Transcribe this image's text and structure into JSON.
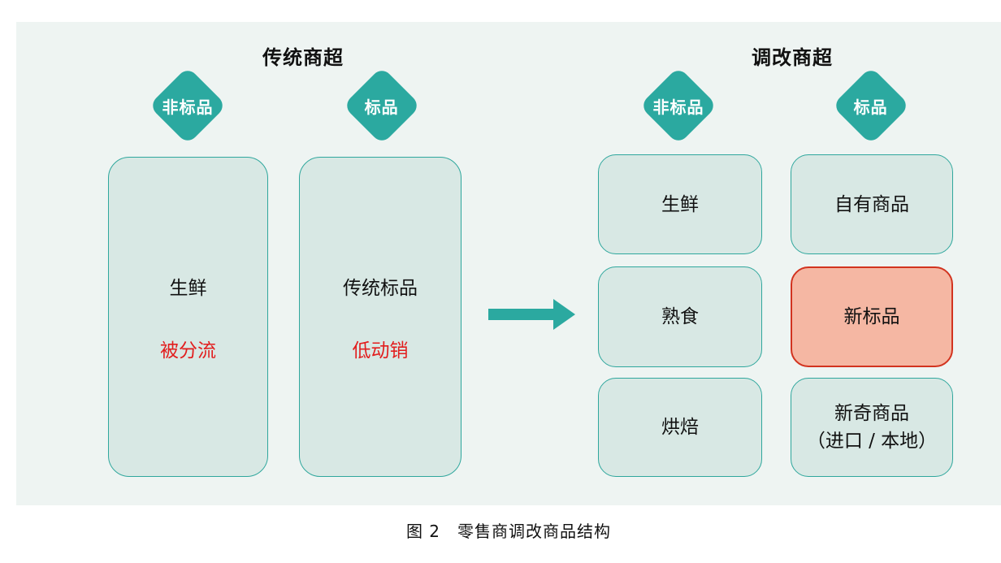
{
  "caption": "图 2　零售商调改商品结构",
  "left_section": {
    "title": "传统商超",
    "diamonds": [
      {
        "label": "非标品"
      },
      {
        "label": "标品"
      }
    ],
    "boxes": [
      {
        "title": "生鲜",
        "note": "被分流"
      },
      {
        "title": "传统标品",
        "note": "低动销"
      }
    ]
  },
  "right_section": {
    "title": "调改商超",
    "diamonds": [
      {
        "label": "非标品"
      },
      {
        "label": "标品"
      }
    ],
    "cells": [
      {
        "label": "生鲜"
      },
      {
        "label": "自有商品"
      },
      {
        "label": "熟食"
      },
      {
        "label": "新标品",
        "highlighted": true
      },
      {
        "label": "烘焙"
      },
      {
        "label": "新奇商品",
        "label2": "（进口 / 本地）"
      }
    ]
  },
  "icons": {
    "arrow": "right-arrow-icon"
  },
  "colors": {
    "accent": "#2BA9A0",
    "panel-bg": "#EEF4F2",
    "box-fill": "#D8E8E4",
    "box-border": "#2FA79D",
    "highlight-fill": "#F5B7A3",
    "highlight-border": "#D2331F",
    "note-red": "#E21D1D",
    "text": "#111111"
  }
}
